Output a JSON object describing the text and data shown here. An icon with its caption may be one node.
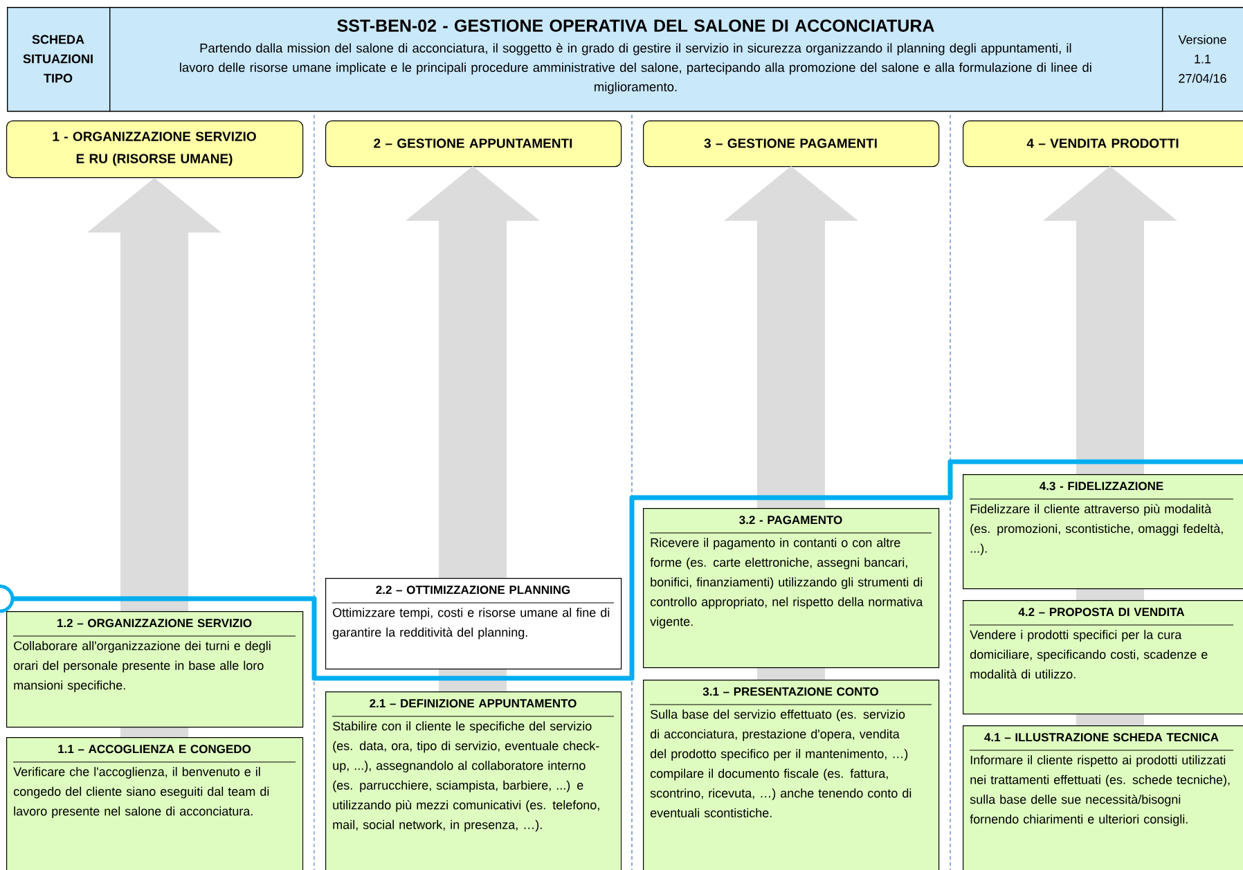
{
  "diagram": {
    "title": "SST-BEN-02 - GESTIONE OPERATIVA DEL SALONE DI ACCONCIATURA",
    "nodes": [
      {
        "text": [
          "SCHEDA SITUAZIONI TIPO"
        ]
      },
      {
        "text": [
          "Partendo dalla mission del salone di acconciatura, il soggetto è in grado di gestire il servizio in sicurezza organizzando il planning degli appuntamenti, il lavoro delle risorse umane implicate e le principali procedure amministrative del salone, partecipando alla promozione del salone e alla formulazione di linee di miglioramento."
        ]
      },
      {
        "text": [
          "Versione 1.1 27/04/16"
        ]
      },
      {
        "text": [
          "1 - ORGANIZZAZIONE SERVIZIO E RU (RISORSE UMANE)"
        ]
      },
      {
        "text": [
          "2 – GESTIONE APPUNTAMENTI"
        ]
      },
      {
        "text": [
          "3 – GESTIONE PAGAMENTI"
        ]
      },
      {
        "text": [
          "4 – VENDITA PRODOTTI"
        ]
      },
      {
        "text": [
          "1.2 – ORGANIZZAZIONE SERVIZIO",
          "Collaborare all'organizzazione dei turni e degli orari del personale presente in base alle loro mansioni specifiche."
        ]
      },
      {
        "text": [
          "1.1 – ACCOGLIENZA E CONGEDO",
          "Verificare che l'accoglienza, il benvenuto e il congedo del cliente siano eseguiti dal team di lavoro presente nel salone di acconciatura."
        ]
      },
      {
        "text": [
          "2.2 – OTTIMIZZAZIONE PLANNING",
          "Ottimizzare tempi, costi e risorse umane al fine di garantire la redditività del planning."
        ]
      },
      {
        "text": [
          "2.1 – DEFINIZIONE APPUNTAMENTO",
          "Stabilire con il cliente le specifiche del servizio (es. data, ora, tipo di servizio, eventuale check-up, ...), assegnandolo al collaboratore interno (es. parrucchiere, sciampista, barbiere, ...) e utilizzando più mezzi comunicativi (es. telefono, mail, social network, in presenza, …)."
        ]
      },
      {
        "text": [
          "3.2 - PAGAMENTO",
          "Ricevere il pagamento in contanti o con altre forme (es. carte elettroniche, assegni bancari, bonifici, finanziamenti) utilizzando gli strumenti di controllo appropriato, nel rispetto della normativa vigente."
        ]
      },
      {
        "text": [
          "3.1 – PRESENTAZIONE CONTO",
          "Sulla base del servizio effettuato (es. servizio di acconciatura, prestazione d'opera, vendita del prodotto specifico per il mantenimento, …) compilare il documento fiscale (es. fattura, scontrino, ricevuta, …) anche tenendo conto di eventuali scontistiche."
        ]
      },
      {
        "text": [
          "4.3 - FIDELIZZAZIONE",
          "Fidelizzare il cliente attraverso più modalità (es. promozioni, scontistiche, omaggi fedeltà, ...)."
        ]
      },
      {
        "text": [
          "4.2 – PROPOSTA DI VENDITA",
          "Vendere i prodotti specifici per la cura domiciliare, specificando costi, scadenze e modalità di utilizzo."
        ]
      },
      {
        "text": [
          "4.1 – ILLUSTRAZIONE SCHEDA TECNICA",
          "Informare il cliente rispetto ai prodotti utilizzati nei trattamenti effettuati (es. schede tecniche), sulla base delle sue necessità/bisogni fornendo chiarimenti e ulteriori consigli."
        ]
      }
    ]
  }
}
